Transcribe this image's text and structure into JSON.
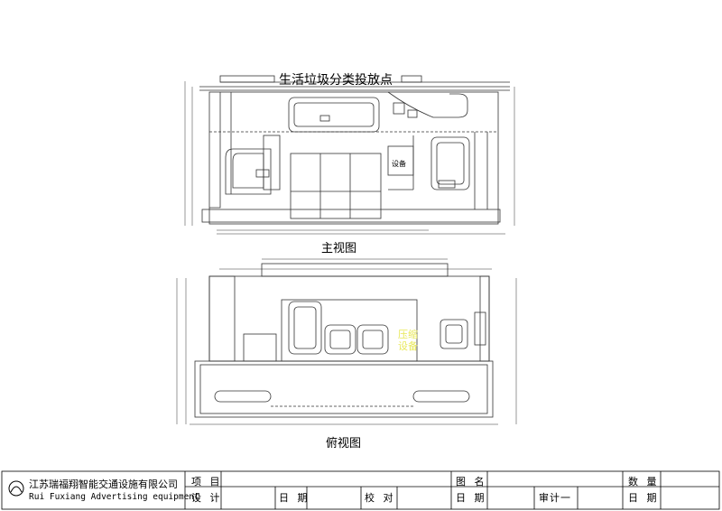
{
  "drawing": {
    "title": "生活垃圾分类投放点",
    "front_view_label": "主视图",
    "top_view_label": "俯视图",
    "front_equipment": "设备",
    "top_equipment": "压缩设备",
    "colors": {
      "line": "#333333",
      "yellow": "#e8e85a",
      "bg": "#ffffff"
    }
  },
  "title_block": {
    "company_cn": "江苏瑞福翔智能交通设施有限公司",
    "company_en": "Rui Fuxiang Advertising equipment",
    "project_label": "项 目",
    "design_label": "设 计",
    "date_label_1": "日 期",
    "check_label": "校 对",
    "drawing_name_label": "图 名",
    "date_label_2": "日 期",
    "review_label": "审计一",
    "quantity_label": "数 量",
    "date_label_3": "日 期"
  }
}
